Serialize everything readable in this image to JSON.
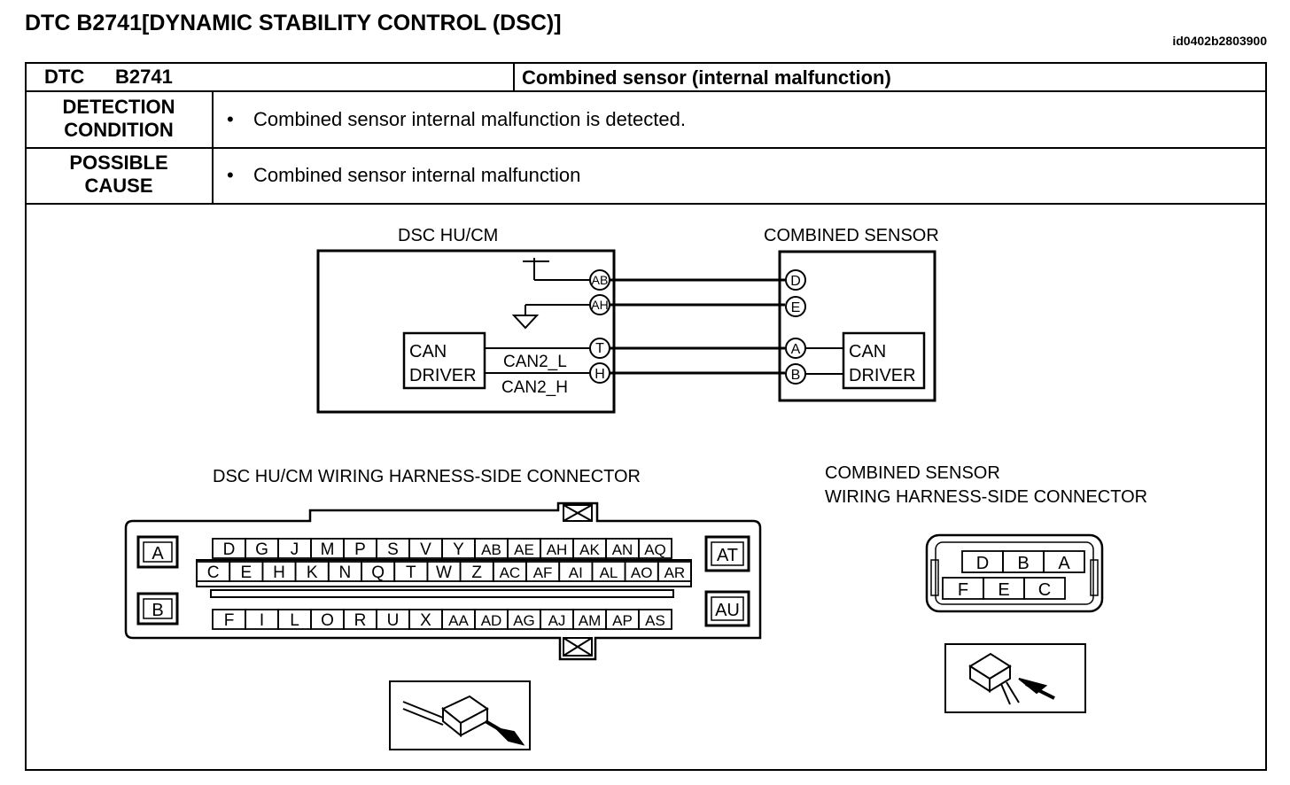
{
  "header": {
    "title": "DTC B2741[DYNAMIC STABILITY CONTROL (DSC)]",
    "doc_id": "id0402b2803900"
  },
  "table": {
    "dtc_label": "DTC",
    "dtc_code": "B2741",
    "dtc_description": "Combined sensor (internal malfunction)",
    "detection_label_line1": "DETECTION",
    "detection_label_line2": "CONDITION",
    "detection_text": "Combined sensor internal malfunction is detected.",
    "cause_label_line1": "POSSIBLE",
    "cause_label_line2": "CAUSE",
    "cause_text": "Combined sensor internal malfunction",
    "bullet": "•"
  },
  "schematic": {
    "hu_title": "DSC HU/CM",
    "sensor_title": "COMBINED SENSOR",
    "hu_driver_line1": "CAN",
    "hu_driver_line2": "DRIVER",
    "sensor_driver_line1": "CAN",
    "sensor_driver_line2": "DRIVER",
    "can_l": "CAN2_L",
    "can_h": "CAN2_H",
    "hu_pins": [
      "AB",
      "AH",
      "T",
      "H"
    ],
    "sensor_pins": [
      "D",
      "E",
      "A",
      "B"
    ]
  },
  "hu_connector": {
    "title": "DSC HU/CM WIRING HARNESS-SIDE CONNECTOR",
    "row1": [
      "D",
      "G",
      "J",
      "M",
      "P",
      "S",
      "V",
      "Y",
      "AB",
      "AE",
      "AH",
      "AK",
      "AN",
      "AQ"
    ],
    "row2": [
      "C",
      "E",
      "H",
      "K",
      "N",
      "Q",
      "T",
      "W",
      "Z",
      "AC",
      "AF",
      "AI",
      "AL",
      "AO",
      "AR"
    ],
    "row3": [
      "F",
      "I",
      "L",
      "O",
      "R",
      "U",
      "X",
      "AA",
      "AD",
      "AG",
      "AJ",
      "AM",
      "AP",
      "AS"
    ],
    "left_pins": [
      "A",
      "B"
    ],
    "right_pins": [
      "AT",
      "AU"
    ]
  },
  "sensor_connector": {
    "title_line1": "COMBINED SENSOR",
    "title_line2": "WIRING HARNESS-SIDE CONNECTOR",
    "row1": [
      "D",
      "B",
      "A"
    ],
    "row2": [
      "F",
      "E",
      "C"
    ]
  }
}
